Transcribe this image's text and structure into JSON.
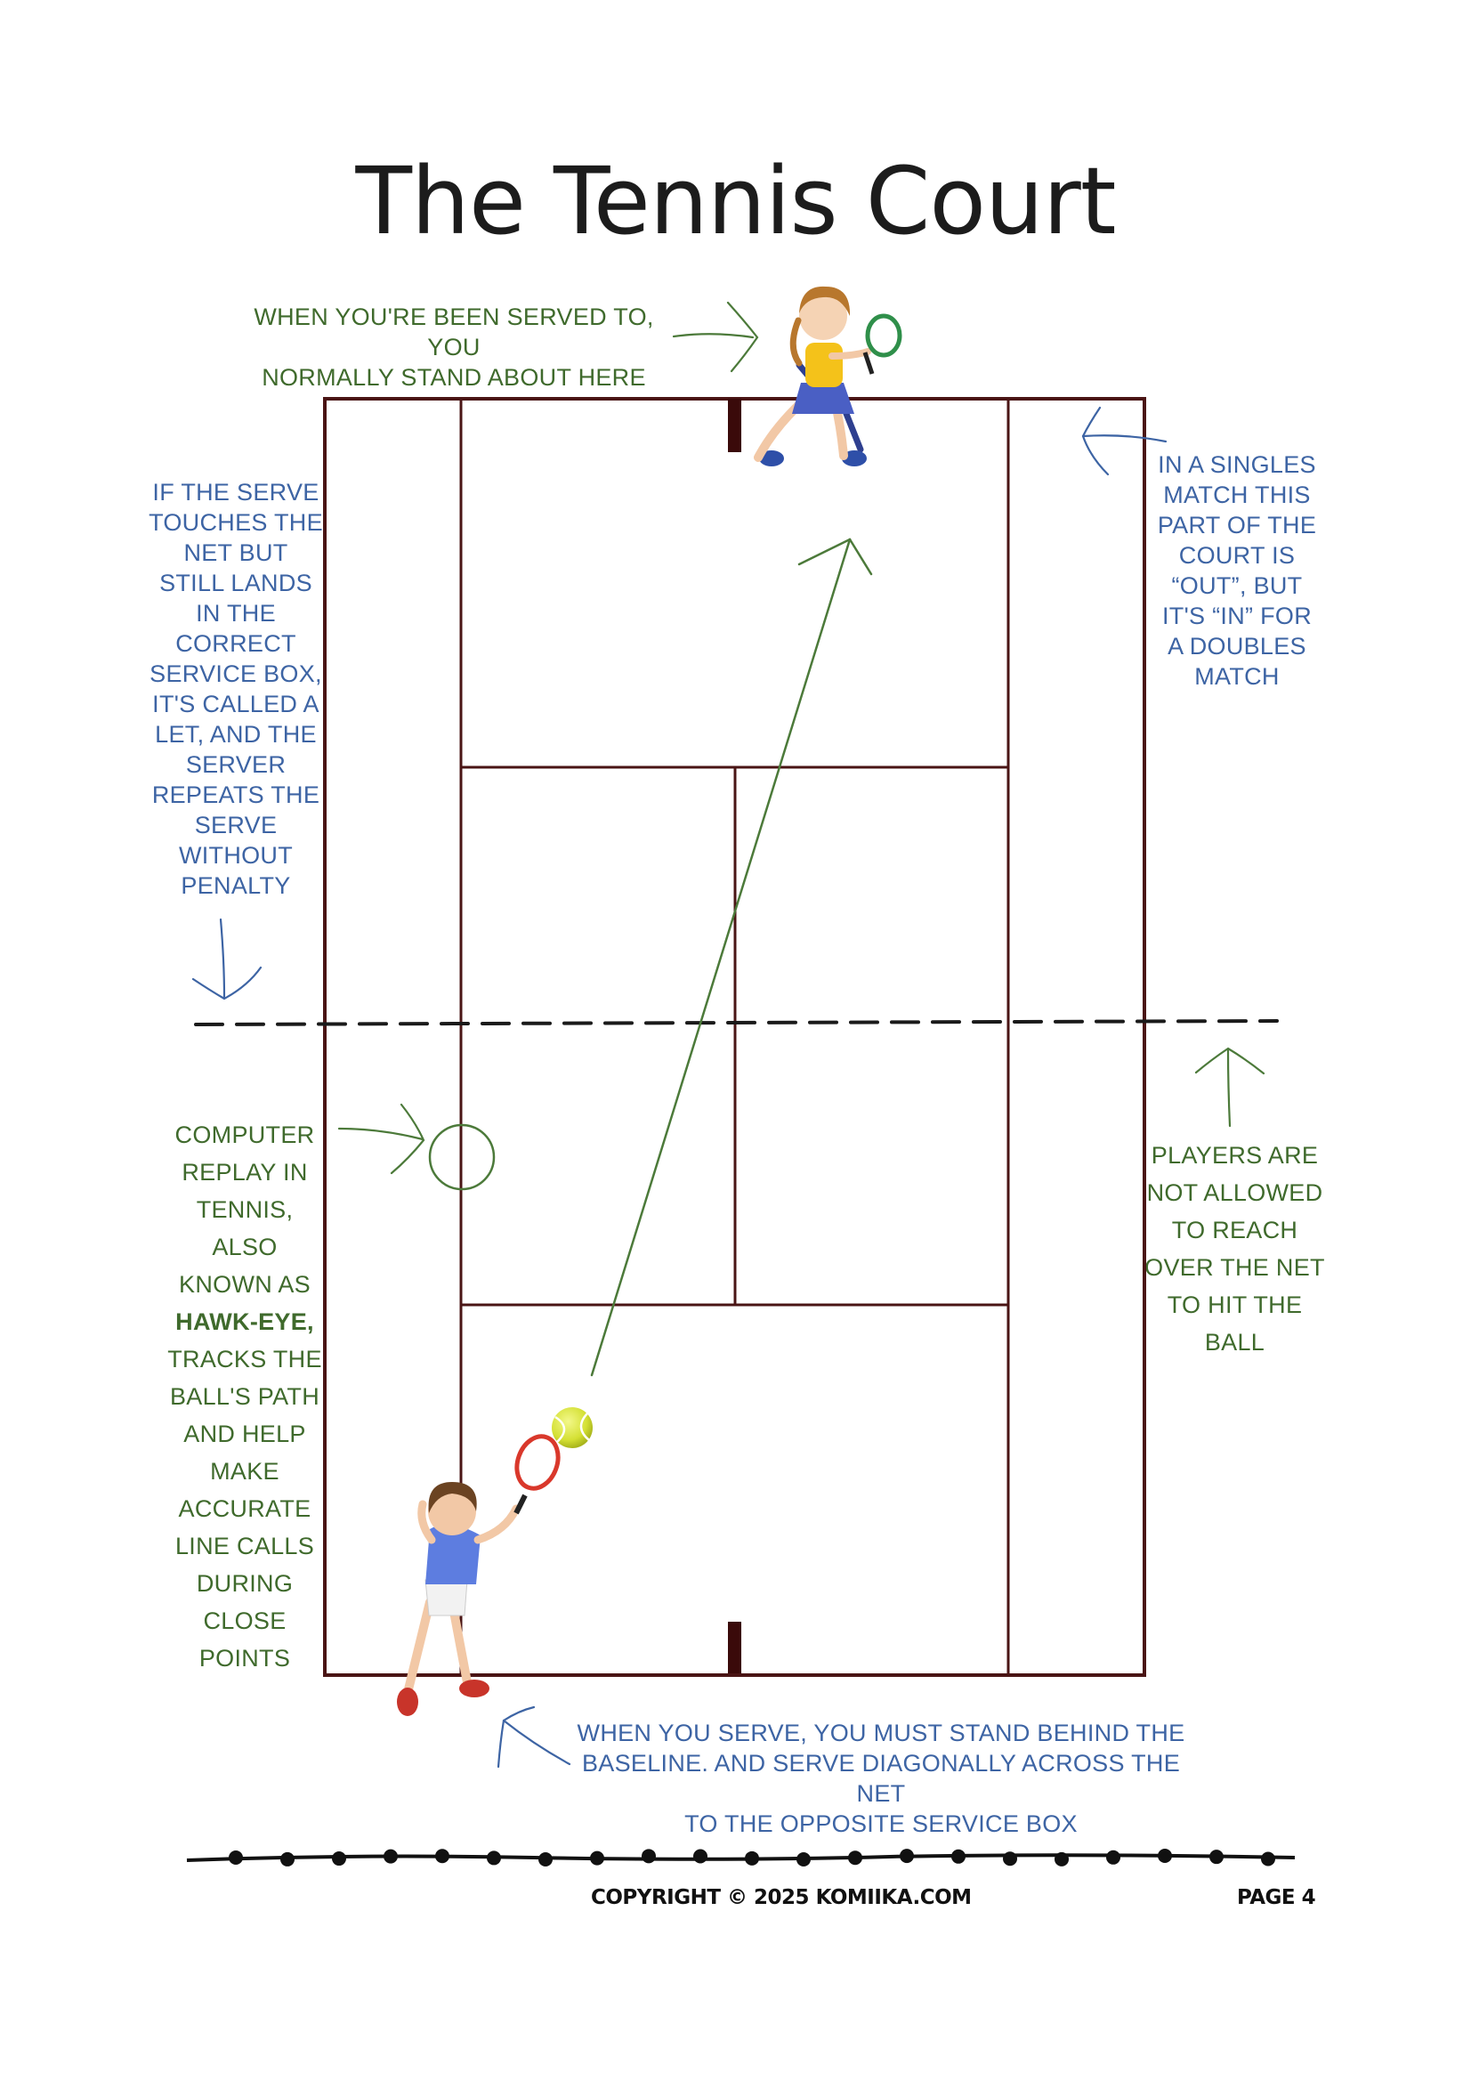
{
  "page": {
    "title": "The Tennis Court",
    "footer": {
      "copyright": "COPYRIGHT © 2025 KOMIIKA.COM",
      "page_number": "PAGE 4"
    }
  },
  "notes": {
    "receive_position": {
      "line1": "WHEN YOU'RE BEEN SERVED TO, YOU",
      "line2": "NORMALLY STAND ABOUT HERE"
    },
    "let_serve": [
      "IF THE SERVE",
      "TOUCHES THE",
      "NET BUT",
      "STILL LANDS",
      "IN THE",
      "CORRECT",
      "SERVICE BOX,",
      "IT'S CALLED A",
      "LET, AND THE",
      "SERVER",
      "REPEATS THE",
      "SERVE",
      "WITHOUT",
      "PENALTY"
    ],
    "doubles_alley": [
      "IN A SINGLES",
      "MATCH THIS",
      "PART OF THE",
      "COURT IS",
      "“OUT”, BUT",
      "IT'S “IN” FOR",
      "A DOUBLES",
      "MATCH"
    ],
    "hawk_eye": {
      "before": [
        "COMPUTER",
        "REPLAY IN",
        "TENNIS,",
        "ALSO",
        "KNOWN AS"
      ],
      "highlight": "HAWK-EYE,",
      "after": [
        "TRACKS THE",
        "BALL'S PATH",
        "AND HELP",
        "MAKE",
        "ACCURATE",
        "LINE CALLS",
        "DURING",
        "CLOSE",
        "POINTS"
      ]
    },
    "net_reach": [
      "PLAYERS ARE",
      "NOT ALLOWED",
      "TO REACH",
      "OVER THE NET",
      "TO HIT THE",
      "BALL"
    ],
    "serve_rule": {
      "line1": "WHEN YOU SERVE, YOU MUST STAND BEHIND THE",
      "line2": "BASELINE. AND SERVE DIAGONALLY ACROSS THE NET",
      "line3": "TO THE OPPOSITE SERVICE BOX"
    }
  },
  "colors": {
    "court_line": "#4a1515",
    "green_text": "#3f6a2c",
    "blue_text": "#3d64a4",
    "ball": "#d4e034"
  },
  "illustrations": {
    "top_player": "girl-with-racket",
    "bottom_player": "boy-serving",
    "ball": "tennis-ball"
  }
}
